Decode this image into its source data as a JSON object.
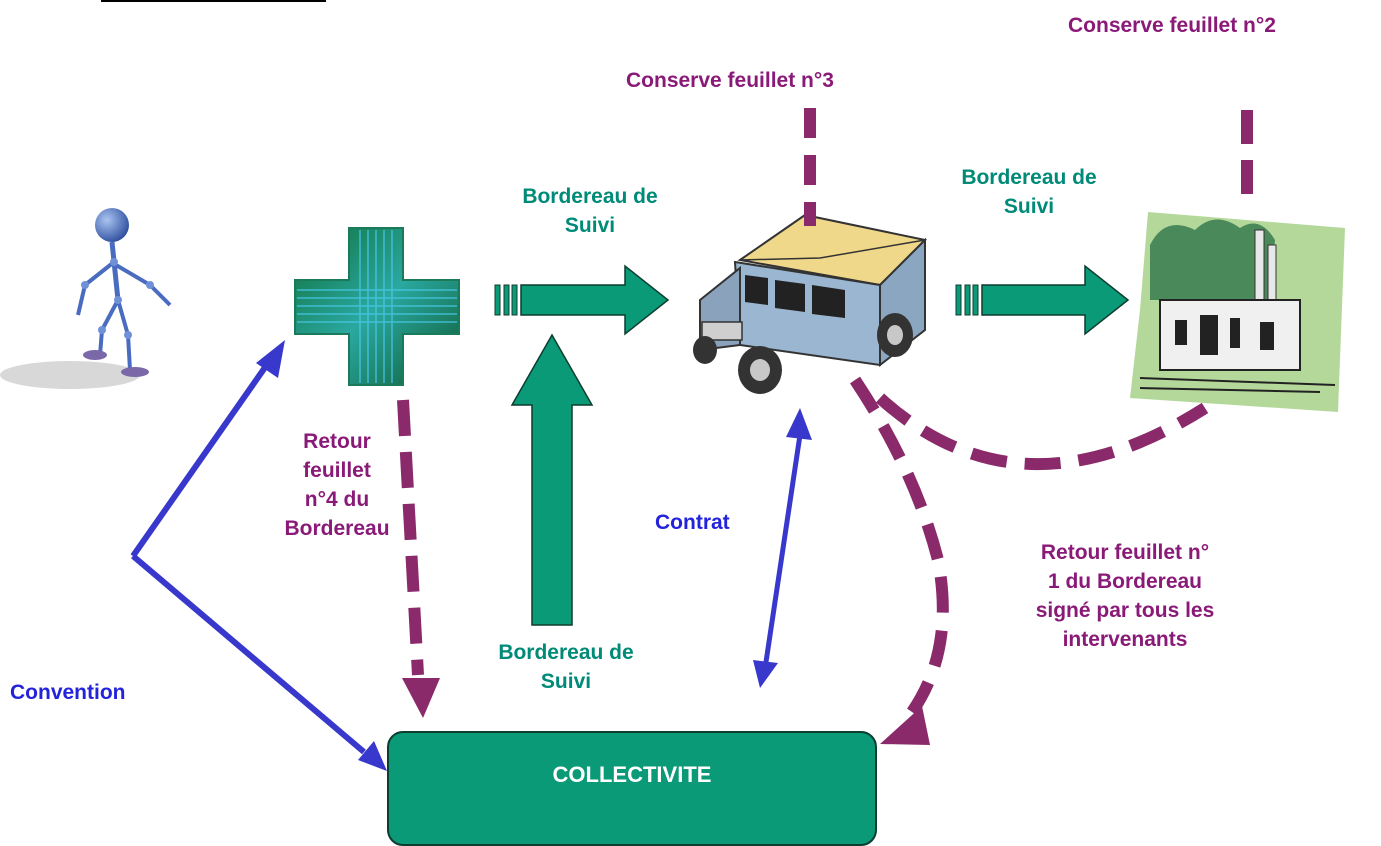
{
  "labels": {
    "conserve_2": "Conserve feuillet n°2",
    "conserve_3": "Conserve feuillet n°3",
    "bordereau_top_left": [
      "Bordereau de",
      "Suivi"
    ],
    "bordereau_top_right": [
      "Bordereau de",
      "Suivi"
    ],
    "bordereau_bottom": [
      "Bordereau de",
      "Suivi"
    ],
    "retour_4": [
      "Retour",
      "feuillet",
      "n°4 du",
      "Bordereau"
    ],
    "contrat": "Contrat",
    "convention": "Convention",
    "retour_1": [
      "Retour feuillet n°",
      "1 du Bordereau",
      "signé par tous les",
      "intervenants"
    ],
    "collectivite": "COLLECTIVITE"
  },
  "icons": {
    "person": "walking-stick-figure-icon",
    "pharmacy": "pharmacy-cross-icon",
    "truck": "armored-truck-icon",
    "factory": "incineration-plant-icon"
  },
  "colors": {
    "teal": "#0a9a78",
    "purple": "#8a2a6a",
    "blue": "#3838cc",
    "text_teal": "#008a78",
    "text_purple": "#8a1a78",
    "text_blue": "#2323dc"
  }
}
